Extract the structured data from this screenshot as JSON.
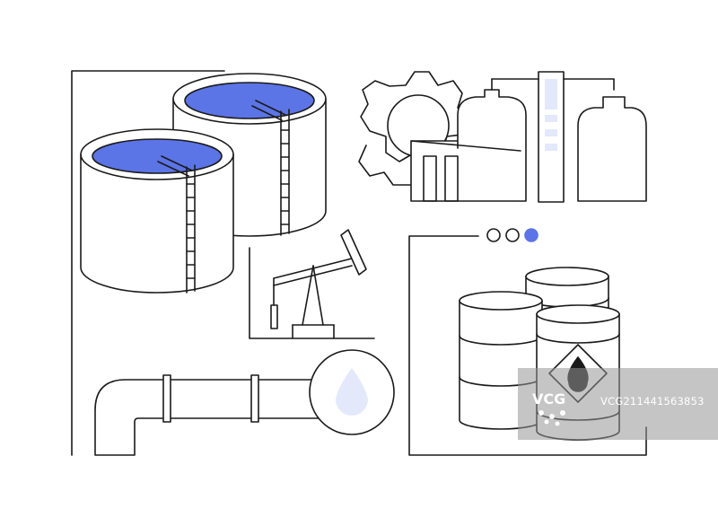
{
  "illustration": {
    "colors": {
      "outline": "#1a1a1a",
      "liquid": "#5b74e6",
      "liquid_light": "#e3e8fb",
      "indicator_active": "#5b74e6",
      "background": "#ffffff"
    },
    "indicator_dots": {
      "count": 3,
      "active_index": 2
    },
    "icons": [
      "storage-tank-icon",
      "refinery-icon",
      "gear-icon",
      "pumpjack-icon",
      "pipeline-icon",
      "water-drop-icon",
      "oil-barrel-icon",
      "hazard-flame-icon"
    ]
  },
  "watermark": {
    "logo_text": "VCG",
    "id_text": "VCG211441563853"
  }
}
